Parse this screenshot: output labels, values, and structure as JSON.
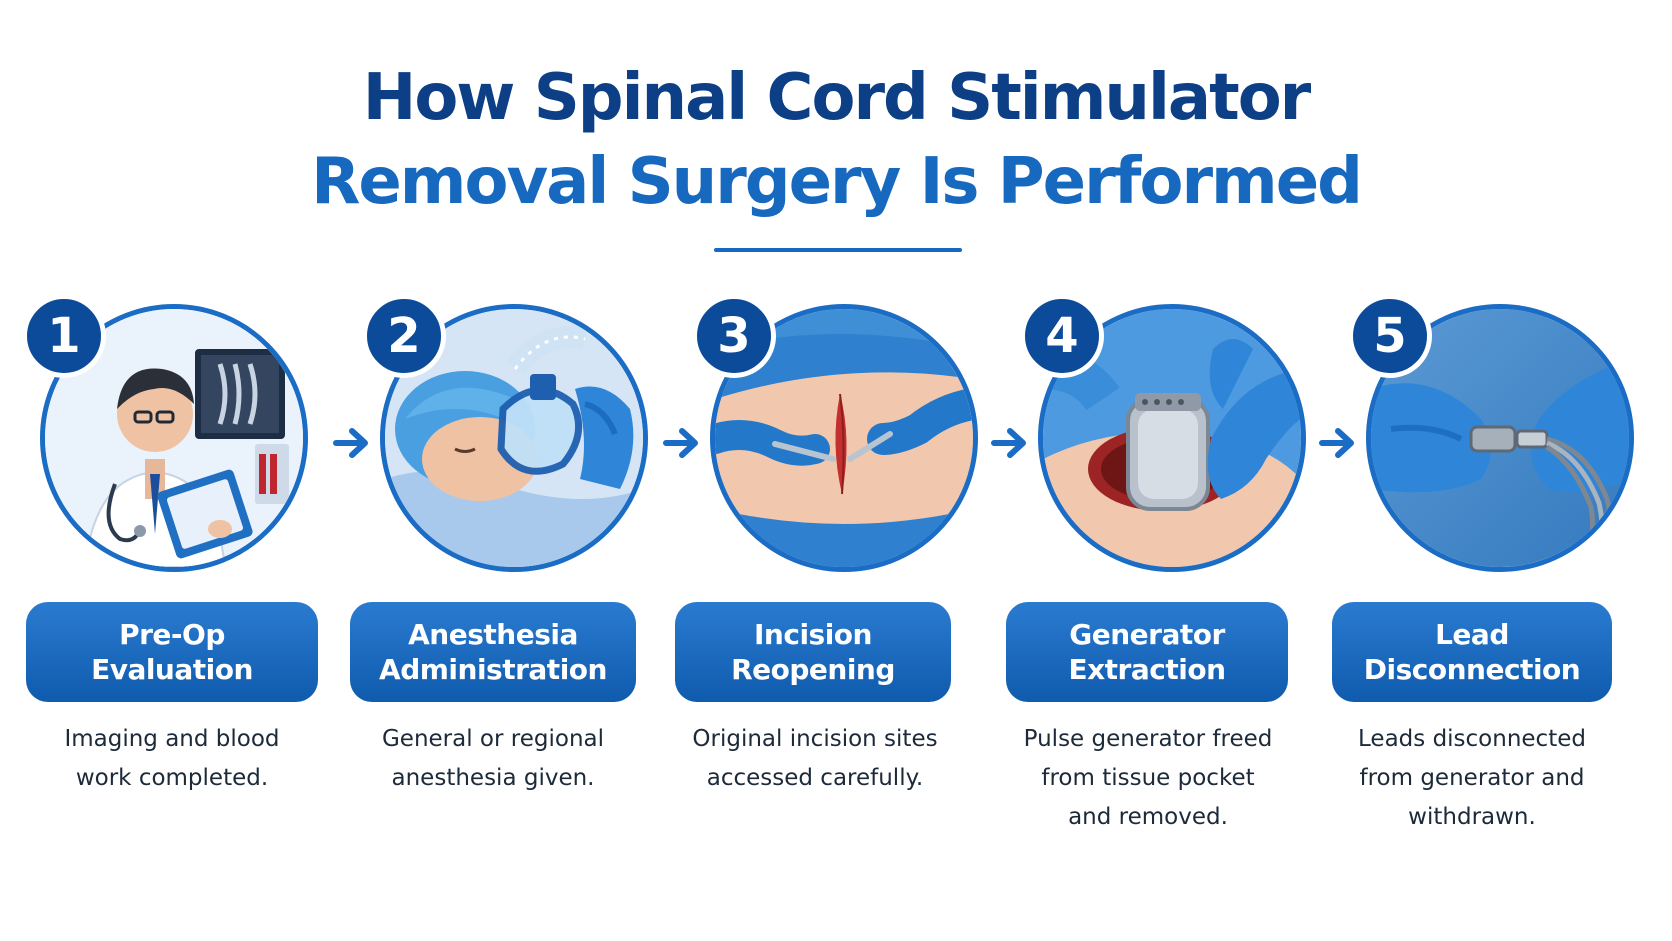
{
  "title": {
    "line1": "How Spinal Cord Stimulator",
    "line2": "Removal Surgery Is Performed"
  },
  "colors": {
    "title_dark": "#0c3f85",
    "title_blue": "#1669bf",
    "accent": "#1a6cc4",
    "badge": "#0c4a9a"
  },
  "steps": [
    {
      "number": "1",
      "label_line1": "Pre-Op",
      "label_line2": "Evaluation",
      "desc_line1": "Imaging and blood",
      "desc_line2": "work completed.",
      "desc_line3": ""
    },
    {
      "number": "2",
      "label_line1": "Anesthesia",
      "label_line2": "Administration",
      "desc_line1": "General or regional",
      "desc_line2": "anesthesia given.",
      "desc_line3": ""
    },
    {
      "number": "3",
      "label_line1": "Incision",
      "label_line2": "Reopening",
      "desc_line1": "Original incision sites",
      "desc_line2": "accessed carefully.",
      "desc_line3": ""
    },
    {
      "number": "4",
      "label_line1": "Generator",
      "label_line2": "Extraction",
      "desc_line1": "Pulse generator freed",
      "desc_line2": "from tissue pocket",
      "desc_line3": "and removed."
    },
    {
      "number": "5",
      "label_line1": "Lead",
      "label_line2": "Disconnection",
      "desc_line1": "Leads disconnected",
      "desc_line2": "from generator and",
      "desc_line3": "withdrawn."
    }
  ],
  "icons": [
    "doctor-clipboard-icon",
    "anesthesia-mask-icon",
    "incision-icon",
    "pulse-generator-icon",
    "lead-connector-icon",
    "arrow-right-icon"
  ]
}
